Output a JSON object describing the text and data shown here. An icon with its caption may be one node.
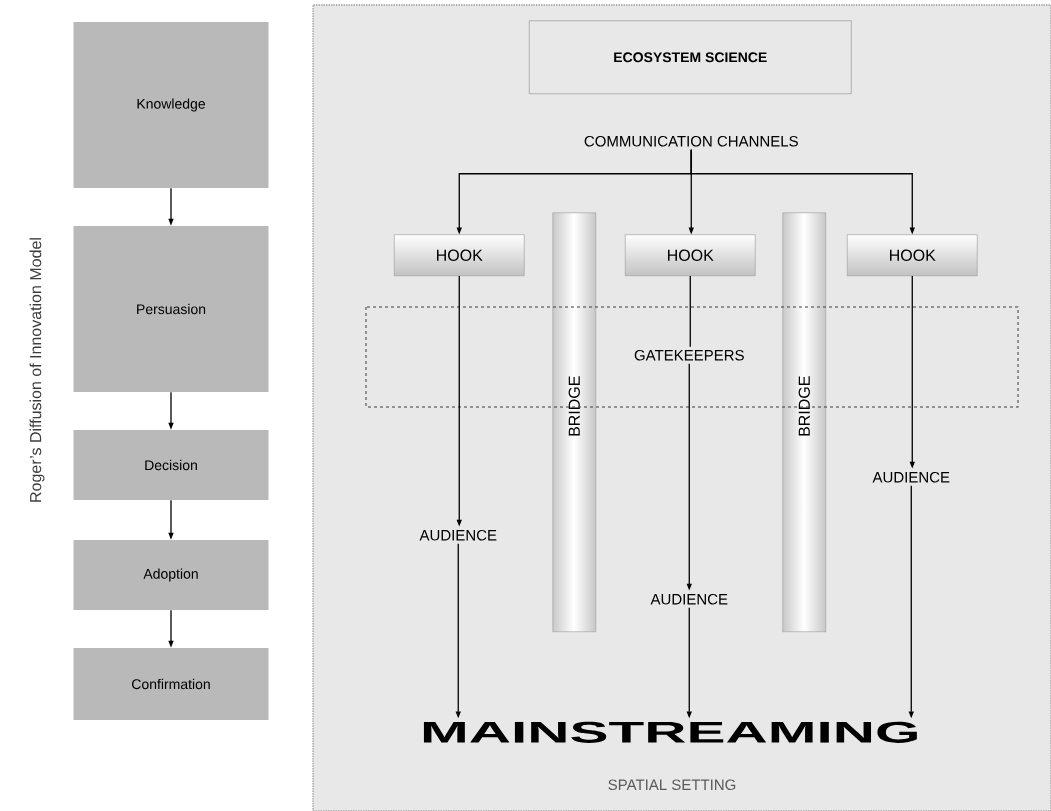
{
  "diagram": {
    "nodes": [
      {
        "text": [
          "Knowledge"
        ]
      },
      {
        "text": [
          "Persuasion"
        ]
      },
      {
        "text": [
          "Decision"
        ]
      },
      {
        "text": [
          "Adoption"
        ]
      },
      {
        "text": [
          "Confirmation"
        ]
      },
      {
        "text": [
          "SPATIAL SETTING"
        ]
      },
      {
        "text": [
          "ECOSYSTEM SCIENCE"
        ],
        "in": 5
      },
      {
        "text": [
          "COMMUNICATION CHANNELS"
        ],
        "in": 5
      },
      {
        "text": [
          "HOOK"
        ],
        "in": 5
      },
      {
        "text": [
          "HOOK"
        ],
        "in": 5
      },
      {
        "text": [
          "HOOK"
        ],
        "in": 5
      },
      {
        "text": [
          "GATEKEEPERS"
        ],
        "in": 5
      },
      {
        "text": [
          "BRIDGE"
        ],
        "in": 5
      },
      {
        "text": [
          "BRIDGE"
        ],
        "in": 5
      },
      {
        "text": [
          "AUDIENCE"
        ],
        "in": 5
      },
      {
        "text": [
          "AUDIENCE"
        ],
        "in": 5
      },
      {
        "text": [
          "AUDIENCE"
        ],
        "in": 5
      },
      {
        "text": [
          "MAINSTREAMING"
        ],
        "in": 5
      }
    ],
    "edges": [
      {
        "from": 0,
        "to": 1,
        "arrow": "to"
      },
      {
        "from": 1,
        "to": 2,
        "arrow": "to"
      },
      {
        "from": 2,
        "to": 3,
        "arrow": "to"
      },
      {
        "from": 3,
        "to": 4,
        "arrow": "to"
      },
      {
        "from": 7,
        "to": 8,
        "arrow": "to"
      },
      {
        "from": 7,
        "to": 9,
        "arrow": "to"
      },
      {
        "from": 7,
        "to": 10,
        "arrow": "to"
      },
      {
        "from": 8,
        "to": 14,
        "arrow": "to"
      },
      {
        "from": 9,
        "to": 11,
        "arrow": "none"
      },
      {
        "from": 11,
        "to": 15,
        "arrow": "to"
      },
      {
        "from": 10,
        "to": 16,
        "arrow": "to"
      },
      {
        "from": 14,
        "to": 17,
        "arrow": "to"
      },
      {
        "from": 15,
        "to": 17,
        "arrow": "to"
      },
      {
        "from": 16,
        "to": 17,
        "arrow": "to"
      }
    ],
    "labels": [
      "Roger’s Diffusion of Innovation Model"
    ]
  }
}
